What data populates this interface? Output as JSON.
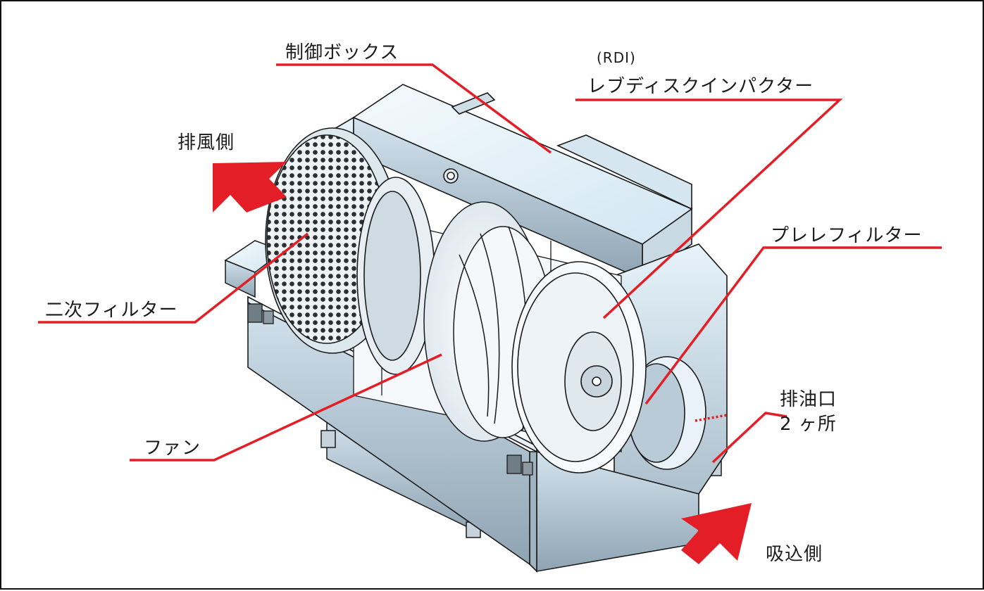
{
  "labels": {
    "control_box": "制御ボックス",
    "rdi_abbr": "(RDI)",
    "rdi_name": "レブディスクインパクター",
    "exhaust_side": "排風側",
    "pre_filter": "プレレフィルター",
    "secondary_filter": "二次フィルター",
    "fan": "ファン",
    "drain_port": "排油口",
    "drain_count": "2 ヶ所",
    "intake_side": "吸込側"
  },
  "colors": {
    "leader_line": "#e41e26",
    "arrow": "#e41e26",
    "housing_light": "#e4f1f8",
    "housing_dark": "#9fb2c0",
    "outline": "#1a1a1a"
  }
}
